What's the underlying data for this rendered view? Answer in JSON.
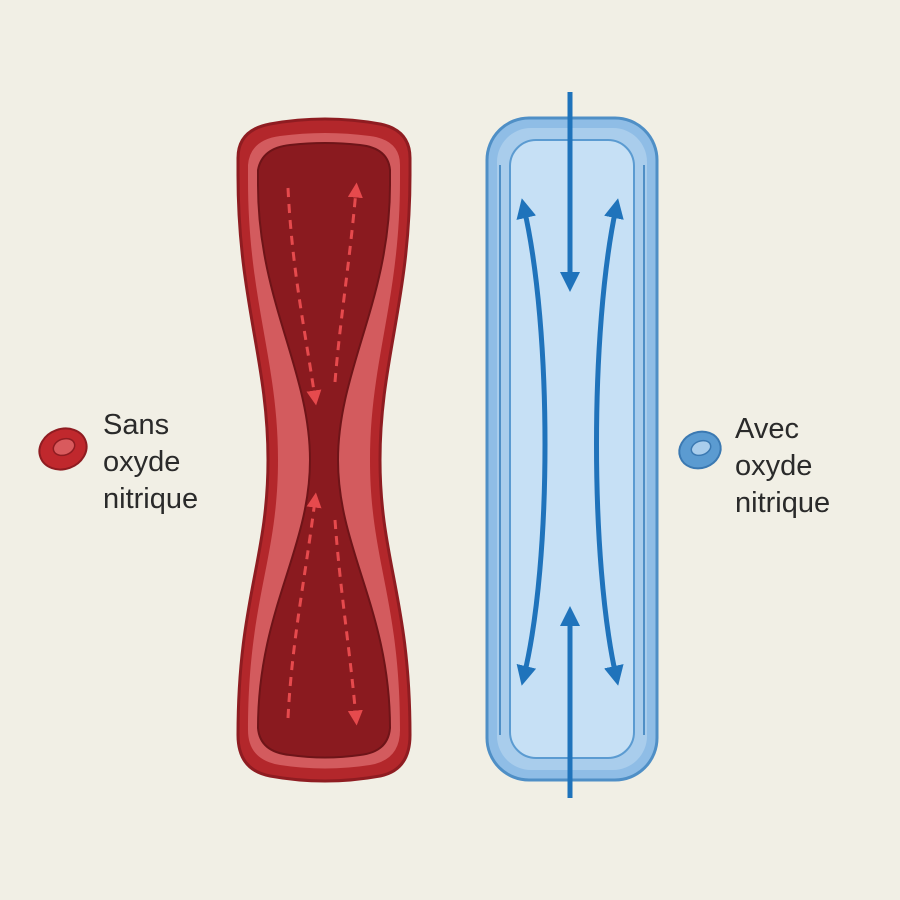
{
  "legend": {
    "left": {
      "lines": [
        "Sans",
        "oxyde",
        "nitrique"
      ],
      "color": "#c0282d"
    },
    "right": {
      "lines": [
        "Avec",
        "oxyde",
        "nitrique"
      ],
      "color": "#5b9bd1"
    }
  },
  "vessels": {
    "constricted": {
      "outer_color": "#c0282d",
      "wall_color": "#d96466",
      "lumen_color": "#8a1a1f",
      "arrow_color": "#e64a4d",
      "icon": "constricted-vessel-icon"
    },
    "dilated": {
      "outer_color": "#5b9bd1",
      "wall_color": "#a9cdec",
      "lumen_color": "#c6e0f5",
      "arrow_color": "#1f73bb",
      "icon": "dilated-vessel-icon"
    }
  }
}
